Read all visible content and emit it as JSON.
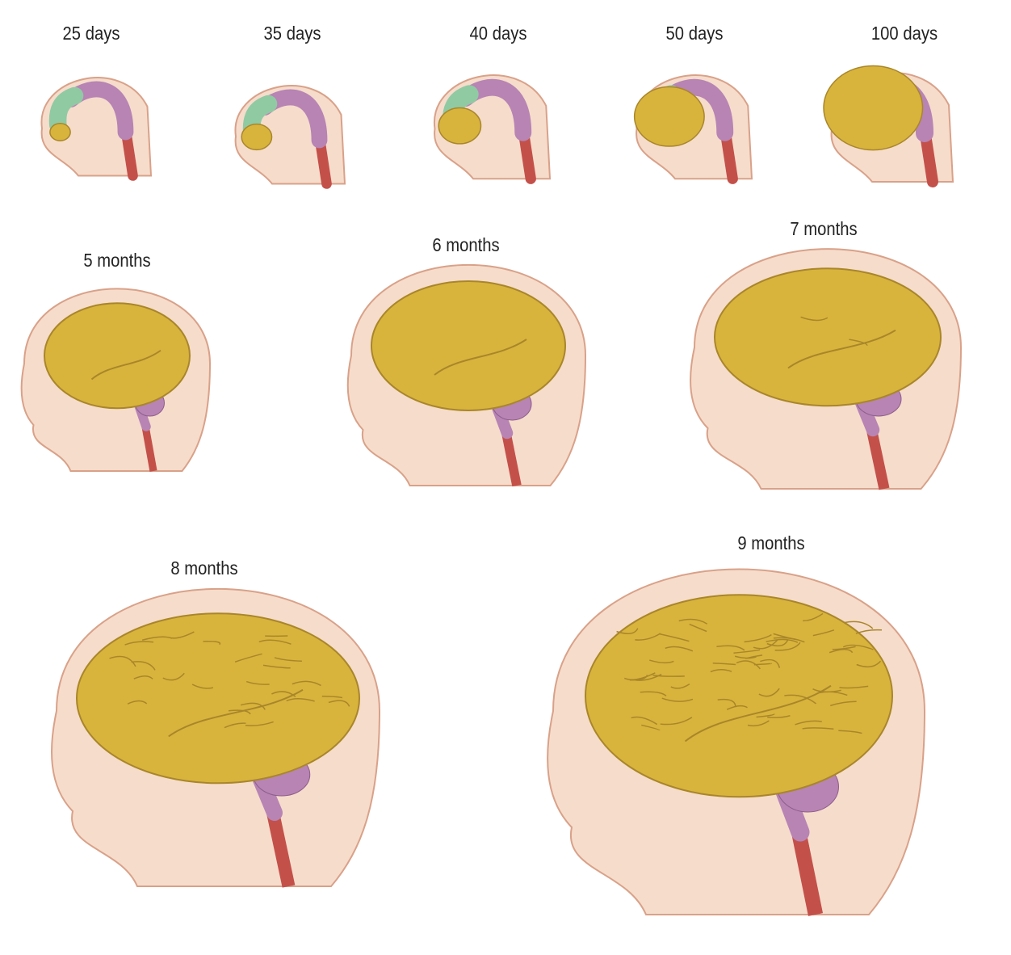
{
  "stages": [
    {
      "label": "25 days"
    },
    {
      "label": "35 days"
    },
    {
      "label": "40 days"
    },
    {
      "label": "50 days"
    },
    {
      "label": "100 days"
    },
    {
      "label": "5 months"
    },
    {
      "label": "6 months"
    },
    {
      "label": "7 months"
    },
    {
      "label": "8 months"
    },
    {
      "label": "9 months"
    }
  ],
  "colors": {
    "skin": "#f6dccb",
    "skin_outline": "#d9a189",
    "cerebrum": "#d8b43c",
    "cerebrum_outline": "#a9862a",
    "midbrain_green": "#8fcaa3",
    "hindbrain_purple": "#b784b4",
    "spinal_cord_red": "#c4504a"
  }
}
